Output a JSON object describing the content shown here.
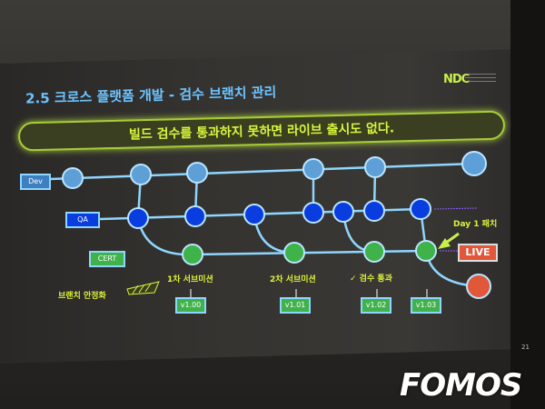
{
  "slide": {
    "title": "2.5 크로스 플랫폼 개발 - 검수 브랜치 관리",
    "logo": "NDC",
    "banner": "빌드 검수를 통과하지 못하면 라이브 출시도 없다.",
    "page_number": "21"
  },
  "branches": {
    "dev": "Dev",
    "qa": "QA",
    "cert": "CERT",
    "live": "LIVE"
  },
  "annotations": {
    "stabilize": "브랜치 안정화",
    "submission1": "1차 서브미션",
    "submission2": "2차 서브미션",
    "passed": "✓ 검수 통과",
    "day1_patch": "Day 1 패치"
  },
  "versions": [
    "v1.00",
    "v1.01",
    "v1.02",
    "v1.03"
  ],
  "colors": {
    "dev": "#5f9fd8",
    "qa": "#0a3de0",
    "cert": "#3fb24a",
    "live": "#e0573a",
    "accent": "#d9f23b"
  },
  "watermark": "FOMOS"
}
